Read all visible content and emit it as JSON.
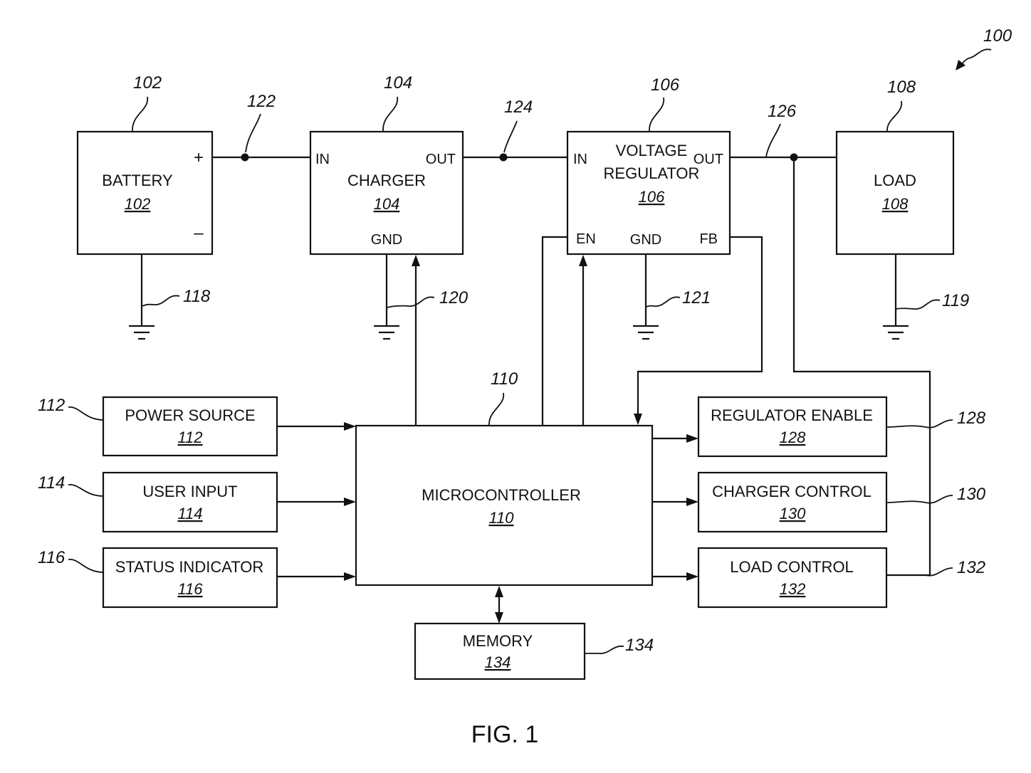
{
  "figure": {
    "caption": "FIG. 1",
    "ref_system": "100"
  },
  "blocks": {
    "battery": {
      "title": "BATTERY",
      "num": "102",
      "ref": "102",
      "pin_plus": "+",
      "pin_minus": "–"
    },
    "charger": {
      "title": "CHARGER",
      "num": "104",
      "ref": "104",
      "pin_in": "IN",
      "pin_out": "OUT",
      "pin_gnd": "GND"
    },
    "regulator": {
      "title1": "VOLTAGE",
      "title2": "REGULATOR",
      "num": "106",
      "ref": "106",
      "pin_in": "IN",
      "pin_out": "OUT",
      "pin_en": "EN",
      "pin_gnd": "GND",
      "pin_fb": "FB"
    },
    "load": {
      "title": "LOAD",
      "num": "108",
      "ref": "108"
    },
    "microcontroller": {
      "title": "MICROCONTROLLER",
      "num": "110",
      "ref": "110"
    },
    "power_source": {
      "title": "POWER SOURCE",
      "num": "112",
      "ref": "112"
    },
    "user_input": {
      "title": "USER INPUT",
      "num": "114",
      "ref": "114"
    },
    "status_indicator": {
      "title": "STATUS INDICATOR",
      "num": "116",
      "ref": "116"
    },
    "regulator_enable": {
      "title": "REGULATOR ENABLE",
      "num": "128",
      "ref": "128"
    },
    "charger_control": {
      "title": "CHARGER CONTROL",
      "num": "130",
      "ref": "130"
    },
    "load_control": {
      "title": "LOAD CONTROL",
      "num": "132",
      "ref": "132"
    },
    "memory": {
      "title": "MEMORY",
      "num": "134",
      "ref": "134"
    }
  },
  "nodes": {
    "n122": "122",
    "n124": "124",
    "n126": "126"
  },
  "grounds": {
    "g118": "118",
    "g120": "120",
    "g121": "121",
    "g119": "119"
  }
}
